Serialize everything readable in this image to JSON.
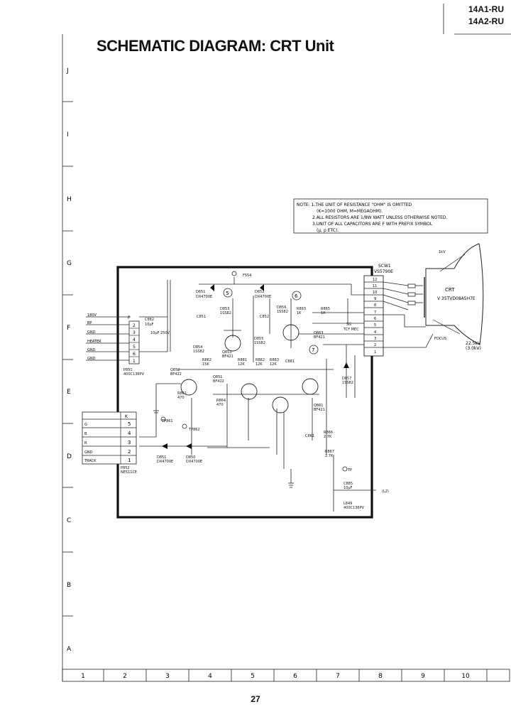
{
  "header": {
    "model_1": "14A1-RU",
    "model_2": "14A2-RU",
    "title": "SCHEMATIC DIAGRAM: CRT Unit"
  },
  "grid": {
    "rows": [
      "J",
      "I",
      "H",
      "G",
      "F",
      "E",
      "D",
      "C",
      "B",
      "A"
    ],
    "columns": [
      "1",
      "2",
      "3",
      "4",
      "5",
      "6",
      "7",
      "8",
      "9",
      "10"
    ]
  },
  "note": {
    "lines": [
      "NOTE:  1.THE UNIT OF RESISTANCE \"OHM\" IS OMITTED",
      "(K=1000 OHM, M=MEGAOHM).",
      "2.ALL RESISTORS ARE 1/8W WATT UNLESS OTHERWISE NOTED.",
      "3.UNIT OF ALL CAPACITORS ARE F WITH PREFIX SYMBOL",
      "(μ, p ETC)."
    ]
  },
  "connector_scw1": {
    "ref": "SCW1",
    "part": "VS5790E",
    "pins": [
      "12",
      "11",
      "10",
      "9",
      "8",
      "7",
      "6",
      "5",
      "4",
      "3",
      "2",
      "1"
    ]
  },
  "crt": {
    "label": "CRT",
    "part": "V 35TVD08A5H7E",
    "voltage_note": "(3.0kV)",
    "hv": "22.5kV"
  },
  "connector_p": {
    "ref": "P",
    "rows": [
      {
        "label": "180V",
        "pin": "1"
      },
      {
        "label": "BP",
        "pin": "2"
      },
      {
        "label": "GND",
        "pin": "3"
      },
      {
        "label": "HEATER",
        "pin": "4"
      },
      {
        "label": "GND",
        "pin": "5"
      },
      {
        "label": "GND",
        "pin": "6"
      }
    ]
  },
  "connector_k": {
    "ref": "K",
    "rows": [
      {
        "label": "G",
        "pin": "5"
      },
      {
        "label": "B",
        "pin": "4"
      },
      {
        "label": "R",
        "pin": "3"
      },
      {
        "label": "GND",
        "pin": "2"
      },
      {
        "label": "TRACK",
        "pin": "1"
      }
    ]
  },
  "components": {
    "fs54": "FS54",
    "d651": "D651",
    "d651_part": "DX4700E",
    "d652": "D652",
    "d652_part": "DX4700E",
    "q853": "Q853",
    "q853_part": "BF421",
    "q852": "Q852",
    "q852_part": "BF422",
    "q851": "Q851",
    "q851_part": "BF422",
    "q863": "Q863",
    "q863_part": "BF421",
    "q861": "Q861",
    "q861_part": "BF421",
    "r893": "R893",
    "r893_val": "1K",
    "r881": "R881",
    "r881_val": "12K",
    "r882": "R882",
    "r882_val": "12K",
    "r883": "R883",
    "r883_val": "12K",
    "r862": "R862",
    "r862_val": "15K",
    "r861": "R861",
    "r861_val": "470",
    "r864": "R864",
    "r864_val": "470",
    "r865": "R865",
    "r865_val": "1K",
    "r866": "R866",
    "r866_val": "2.7K",
    "r867": "R867",
    "r867_val": "2.7K",
    "c851": "C851",
    "c852": "C852",
    "c881": "C881",
    "c861": "C861",
    "c885": "C885",
    "c885_val": "10μF",
    "c882": "C882",
    "c882_val": "10μF",
    "tp861": "TP861",
    "tp862": "TP862",
    "d851": "D851",
    "d851_part": "DX4700E",
    "d850": "D850",
    "d850_part": "DX4700E",
    "d854": "D854",
    "d854_part": "1SS82",
    "d855": "D855",
    "d855_part": "1SS82",
    "d856": "D856",
    "d856_part": "1SS82",
    "d857": "D857",
    "d857_part": "1SS82",
    "d853": "D853",
    "d853_part": "1SS82",
    "l849": "L849",
    "l849_part": "400C136PV",
    "p852": "P852",
    "p852_part": "NE511CE",
    "p851": "P851",
    "p851_part": "400C136PV",
    "tp": "TP",
    "sg": "SG",
    "sg_part": "TCF MEC",
    "hv_tag": "(L2)",
    "cap_val": "10μF 250V",
    "heater_tag": "FOCUS",
    "screen_tag": "1kV"
  },
  "markers": {
    "m5": "5",
    "m6": "6",
    "m7": "7"
  },
  "page_number": "27"
}
